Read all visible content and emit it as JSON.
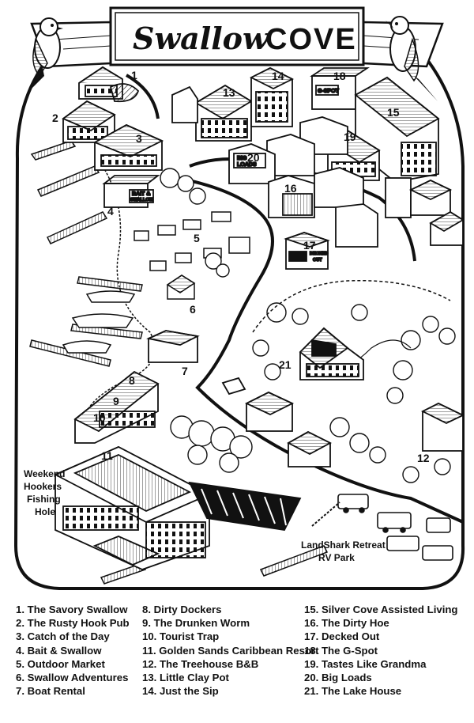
{
  "title": {
    "script_part": "Swallow",
    "block_part": "COVE"
  },
  "markers": [
    {
      "id": "marker-1",
      "num": "1"
    },
    {
      "id": "marker-2",
      "num": "2"
    },
    {
      "id": "marker-3",
      "num": "3"
    },
    {
      "id": "marker-4",
      "num": "4"
    },
    {
      "id": "marker-5",
      "num": "5"
    },
    {
      "id": "marker-6",
      "num": "6"
    },
    {
      "id": "marker-7",
      "num": "7"
    },
    {
      "id": "marker-8",
      "num": "8"
    },
    {
      "id": "marker-9",
      "num": "9"
    },
    {
      "id": "marker-10",
      "num": "10"
    },
    {
      "id": "marker-11",
      "num": "11"
    },
    {
      "id": "marker-12",
      "num": "12"
    },
    {
      "id": "marker-13",
      "num": "13"
    },
    {
      "id": "marker-14",
      "num": "14"
    },
    {
      "id": "marker-15",
      "num": "15"
    },
    {
      "id": "marker-16",
      "num": "16"
    },
    {
      "id": "marker-17",
      "num": "17"
    },
    {
      "id": "marker-18",
      "num": "18"
    },
    {
      "id": "marker-19",
      "num": "19"
    },
    {
      "id": "marker-20",
      "num": "20"
    },
    {
      "id": "marker-21",
      "num": "21"
    }
  ],
  "map_labels": {
    "fishing_hole": [
      "Weekend",
      "Hookers",
      "Fishing",
      "Hole"
    ],
    "rv_park": [
      "LandShark Retreat",
      "RV Park"
    ]
  },
  "signs": {
    "bait": [
      "BAIT &",
      "SWALLOW"
    ],
    "big_loads": [
      "BIG",
      "LOADS"
    ],
    "g_spot": "G-SPOT",
    "decked_out": [
      "DECKED",
      "OUT"
    ]
  },
  "legend": {
    "col1": [
      "1. The Savory Swallow",
      "2. The Rusty Hook Pub",
      "3. Catch of the Day",
      "4. Bait & Swallow",
      "5. Outdoor Market",
      "6. Swallow Adventures",
      "7. Boat Rental"
    ],
    "col2": [
      "8. Dirty Dockers",
      "9. The Drunken Worm",
      "10. Tourist Trap",
      "11. Golden Sands Caribbean Resort",
      "12. The Treehouse B&B",
      "13. Little Clay Pot",
      "14. Just the Sip"
    ],
    "col3": [
      "15. Silver Cove Assisted Living",
      "16. The Dirty Hoe",
      "17. Decked Out",
      "18. The G-Spot",
      "19. Tastes Like Grandma",
      "20. Big Loads",
      "21. The Lake House"
    ]
  }
}
